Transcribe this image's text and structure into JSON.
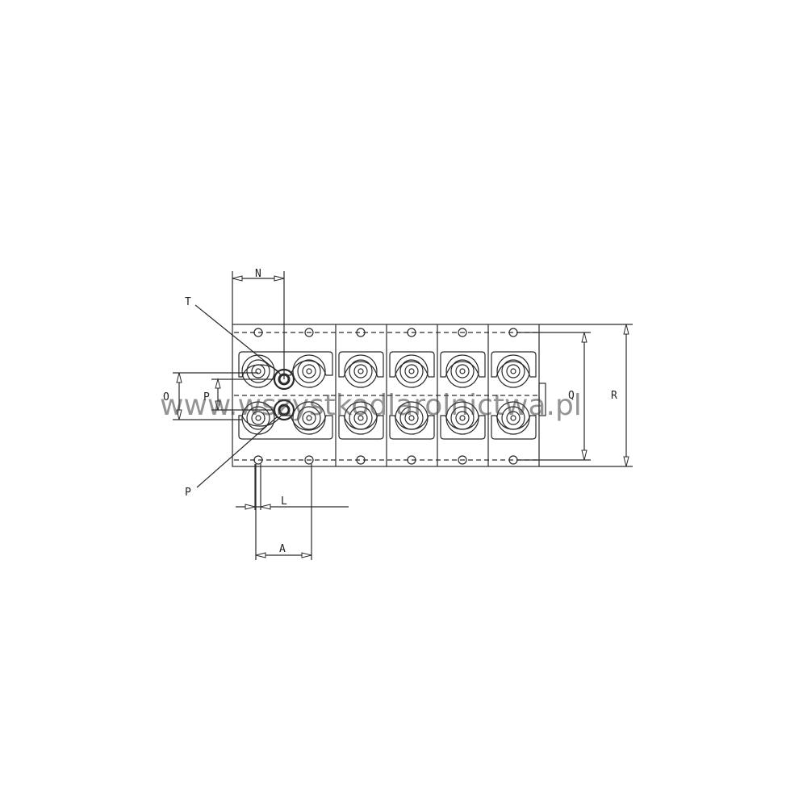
{
  "diagram": {
    "labels": {
      "N": "N",
      "T": "T",
      "O": "O",
      "P_dim": "P",
      "P_port": "P",
      "L": "L",
      "A": "A",
      "Q": "Q",
      "R": "R"
    },
    "sections_count": 6
  },
  "watermark": {
    "text": "www.wszystkodlarolnictwa.pl"
  },
  "colors": {
    "line": "#2a2a2a",
    "watermark": "#4a4a4a",
    "background": "#ffffff"
  }
}
